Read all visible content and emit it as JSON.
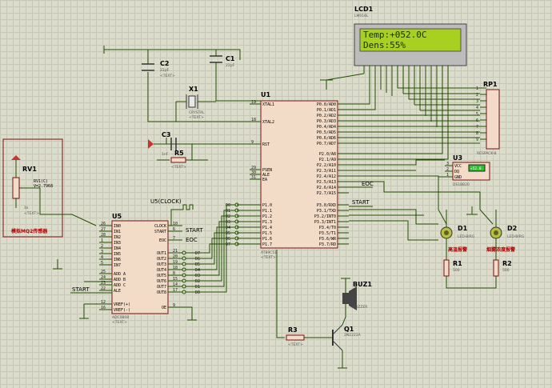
{
  "lcd": {
    "ref": "LCD1",
    "part": "LM016L",
    "line1": "Temp:+052.0C",
    "line2": "Dens:55%"
  },
  "mcu": {
    "ref": "U1",
    "part": "AT89C51",
    "text": "<TEXT>",
    "left_pins": [
      {
        "n": "19",
        "name": "XTAL1"
      },
      {
        "n": "18",
        "name": "XTAL2"
      },
      {
        "n": "9",
        "name": "RST"
      },
      {
        "n": "29",
        "name": "PSEN"
      },
      {
        "n": "30",
        "name": "ALE"
      },
      {
        "n": "31",
        "name": "EA"
      }
    ],
    "p1_pins": [
      "P1.0",
      "P1.1",
      "P1.2",
      "P1.3",
      "P1.4",
      "P1.5",
      "P1.6",
      "P1.7"
    ],
    "p0_pins": [
      "P0.0/AD0",
      "P0.1/AD1",
      "P0.2/AD2",
      "P0.3/AD3",
      "P0.4/AD4",
      "P0.5/AD5",
      "P0.6/AD6",
      "P0.7/AD7"
    ],
    "p2_pins": [
      "P2.0/A8",
      "P2.1/A9",
      "P2.2/A10",
      "P2.3/A11",
      "P2.4/A12",
      "P2.5/A13",
      "P2.6/A14",
      "P2.7/A15"
    ],
    "p3_pins": [
      "P3.0/RXD",
      "P3.1/TXD",
      "P3.2/INT0",
      "P3.3/INT1",
      "P3.4/T0",
      "P3.5/T1",
      "P3.6/WR",
      "P3.7/RD"
    ]
  },
  "crystal": {
    "ref": "X1",
    "part": "CRYSTAL",
    "text": "<TEXT>"
  },
  "c1": {
    "ref": "C1",
    "val": "22pF",
    "text": "<TEXT>"
  },
  "c2": {
    "ref": "C2",
    "val": "22pF",
    "text": "<TEXT>"
  },
  "c3": {
    "ref": "C3",
    "val": "1nF",
    "text": "<TEXT>"
  },
  "r5": {
    "ref": "R5",
    "text": "<TEXT>"
  },
  "rv1": {
    "ref": "RV1",
    "val": "1k",
    "text": "<TEXT>",
    "probe": "RV1(C)",
    "volt": "V=2.7968"
  },
  "rv1_box_label": "模拟MQ2传感器",
  "adc": {
    "ref": "U5",
    "part": "ADC0808",
    "text": "<TEXT>",
    "left_pins": [
      {
        "n": "26",
        "name": "IN0"
      },
      {
        "n": "27",
        "name": "IN1"
      },
      {
        "n": "28",
        "name": "IN2"
      },
      {
        "n": "1",
        "name": "IN3"
      },
      {
        "n": "2",
        "name": "IN4"
      },
      {
        "n": "3",
        "name": "IN5"
      },
      {
        "n": "4",
        "name": "IN6"
      },
      {
        "n": "5",
        "name": "IN7"
      },
      {
        "n": "25",
        "name": "ADD A"
      },
      {
        "n": "24",
        "name": "ADD B"
      },
      {
        "n": "23",
        "name": "ADD C"
      },
      {
        "n": "22",
        "name": "ALE"
      },
      {
        "n": "12",
        "name": "VREF(+)"
      },
      {
        "n": "16",
        "name": "VREF(-)"
      }
    ],
    "right_pins": [
      {
        "n": "10",
        "name": "CLOCK"
      },
      {
        "n": "6",
        "name": "START"
      },
      {
        "n": "7",
        "name": "EOC"
      },
      {
        "n": "21",
        "name": "OUT1"
      },
      {
        "n": "20",
        "name": "OUT2"
      },
      {
        "n": "19",
        "name": "OUT3"
      },
      {
        "n": "18",
        "name": "OUT4"
      },
      {
        "n": "8",
        "name": "OUT5"
      },
      {
        "n": "15",
        "name": "OUT6"
      },
      {
        "n": "14",
        "name": "OUT7"
      },
      {
        "n": "17",
        "name": "OUT8"
      },
      {
        "n": "9",
        "name": "OE"
      }
    ],
    "d_labels": [
      "D7",
      "D6",
      "D5",
      "D4",
      "D3",
      "D2",
      "D1",
      "D0"
    ]
  },
  "clock_gen": "U5(CLOCK)",
  "net_start": "START",
  "net_eoc": "EOC",
  "p1_labels": [
    "D0",
    "D1",
    "D2",
    "D3",
    "D4",
    "D5",
    "D6",
    "D7"
  ],
  "rp1": {
    "ref": "RP1",
    "part": "RESPACK-8",
    "pins": [
      "1",
      "2",
      "3",
      "4",
      "5",
      "6",
      "7",
      "8",
      "9"
    ]
  },
  "u3": {
    "ref": "U3",
    "part": "DS18B20",
    "pins": [
      "VCC",
      "DQ",
      "GND"
    ],
    "display": "+52.0",
    "pin_nums": [
      "3",
      "2",
      "1"
    ]
  },
  "d1": {
    "ref": "D1",
    "part": "LED-BIRG",
    "label": "高温报警"
  },
  "d2": {
    "ref": "D2",
    "part": "LED-BIRG",
    "label": "烟雾浓度报警"
  },
  "r1": {
    "ref": "R1",
    "val": "500",
    "text": "<TEXT>"
  },
  "r2": {
    "ref": "R2",
    "val": "500",
    "text": "<TEXT>"
  },
  "r3": {
    "ref": "R3",
    "text": "<TEXT>"
  },
  "buz": {
    "ref": "BUZ1",
    "part": "BUZZER",
    "text": "<TEXT>"
  },
  "q1": {
    "ref": "Q1",
    "part": "2N2222A",
    "text": "<TEXT>"
  }
}
